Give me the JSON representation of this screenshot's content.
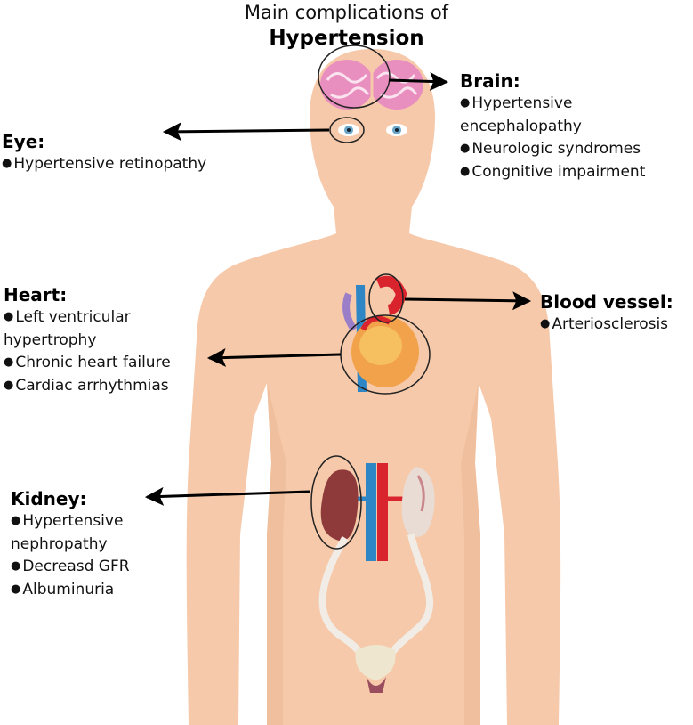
{
  "title": {
    "line1": "Main complications of",
    "line2": "Hypertension"
  },
  "bullet": "●",
  "colors": {
    "skin": "#f6c9aa",
    "skin_shadow": "#edb995",
    "brain": "#e98fbf",
    "kidney": "#8e3a3a",
    "artery": "#d9242e",
    "vein": "#2f86c5",
    "ureter": "#f1ede6"
  },
  "organs": {
    "eye": {
      "heading": "Eye:",
      "items": [
        "Hypertensive retinopathy"
      ]
    },
    "brain": {
      "heading": "Brain:",
      "items": [
        "Hypertensive encephalopathy",
        "Neurologic syndromes",
        "Congnitive impairment"
      ]
    },
    "heart": {
      "heading": "Heart:",
      "items": [
        "Left ventricular hypertrophy",
        "Chronic heart failure",
        "Cardiac arrhythmias"
      ]
    },
    "blood_vessel": {
      "heading": "Blood vessel:",
      "items": [
        "Arteriosclerosis"
      ]
    },
    "kidney": {
      "heading": "Kidney:",
      "items": [
        "Hypertensive nephropathy",
        "Decreasd GFR",
        "Albuminuria"
      ]
    }
  }
}
